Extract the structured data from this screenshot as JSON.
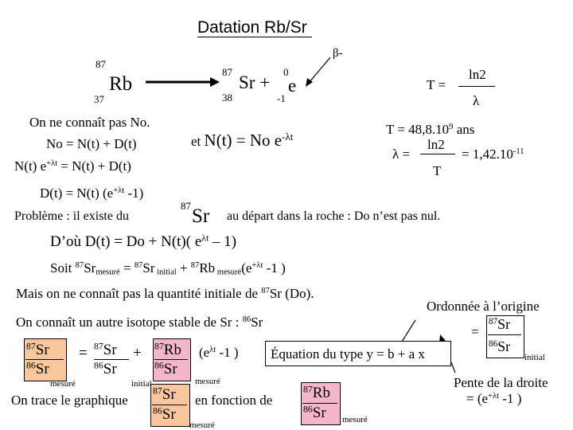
{
  "title": "Datation Rb/Sr",
  "colors": {
    "box_orange": "#f9c79b",
    "box_pink": "#f4b6c8",
    "box_text": "#000000"
  },
  "decay": {
    "beta": "β-",
    "rb_mass": "87",
    "rb_atomic": "37",
    "rb_symbol": "Rb",
    "sr_mass": "87",
    "sr_atomic": "38",
    "sr_symbol": "Sr",
    "plus": "+",
    "e_mass": "0",
    "e_atomic": "-1",
    "e_symbol": "e"
  },
  "half_life": {
    "t_label": "T =",
    "numerator": "ln2",
    "denominator": "λ",
    "value_text": "T = 48,8.10",
    "value_exp": "9",
    "value_unit": " ans",
    "lambda_label": "λ =",
    "lambda_num": "ln2",
    "lambda_den": "T",
    "lambda_value": "= 1,42.10",
    "lambda_exp": "-11"
  },
  "left_eqs": {
    "line1": "On ne connaît pas No.",
    "line2": "No = N(t) + D(t)",
    "line3_a": "N(t) e",
    "line3_exp": "+λt",
    "line3_b": " = N(t) + D(t)",
    "line4_a": "D(t) = N(t) (e",
    "line4_exp": "+λt",
    "line4_b": " -1)"
  },
  "decay_law": {
    "prefix": "et ",
    "main": "N(t) = No e",
    "exp": "-λt"
  },
  "problem": {
    "lead": "Problème : il existe du",
    "mass": "87",
    "symbol": "Sr",
    "tail": "au départ dans la roche : Do n’est pas nul."
  },
  "consequence": {
    "text_a": "D’où D(t) = Do + N(t)( e",
    "exp": "λt",
    "text_b": " – 1)"
  },
  "soit": {
    "a": "Soit ",
    "m1": "87",
    "s1": "Sr",
    "sub1": "mesuré",
    "eq": " = ",
    "m2": "87",
    "s2": "Sr",
    "sub2": " initial",
    "plus": " + ",
    "m3": "87",
    "s3": "Rb",
    "sub3": " mesuré",
    "paren_a": "(e",
    "exp": "+λt",
    "paren_b": " -1 )"
  },
  "unknown_text": {
    "a": "Mais on ne connaît pas la quantité initiale de ",
    "m": "87",
    "s": "Sr (Do)."
  },
  "other_isotope": {
    "a": "On connaît un autre isotope stable de Sr : ",
    "m": "86",
    "s": "Sr"
  },
  "ratio_eq": {
    "num1_m": "87",
    "num1_s": "Sr",
    "den1_m": "86",
    "den1_s": "Sr",
    "sub1": "mesuré",
    "eq": "=",
    "num2_m": "87",
    "num2_s": "Sr",
    "den2_m": "86",
    "den2_s": "Sr",
    "sub2": "initial",
    "plus": "+",
    "num3_m": "87",
    "num3_s": "Rb",
    "den3_m": "86",
    "den3_s": "Sr",
    "sub3": "mesuré",
    "paren_a": "(e",
    "exp": "λt",
    "paren_b": " -1 )"
  },
  "equation_type": "Équation du type y = b + a x",
  "intercept": {
    "label": "Ordonnée à l’origine",
    "eq": "=",
    "num_m": "87",
    "num_s": "Sr",
    "den_m": "86",
    "den_s": "Sr",
    "sub": "initial"
  },
  "slope": {
    "line1": "Pente de la droite",
    "line2_a": "= (e",
    "exp": "+λt",
    "line2_b": " -1 )"
  },
  "graph": {
    "a": "On trace le graphique",
    "y_num_m": "87",
    "y_num_s": "Sr",
    "y_den_m": "86",
    "y_den_s": "Sr",
    "y_sub": "mesuré",
    "b": "en fonction de",
    "x_num_m": "87",
    "x_num_s": "Rb",
    "x_den_m": "86",
    "x_den_s": "Sr",
    "x_sub": "mesuré"
  }
}
